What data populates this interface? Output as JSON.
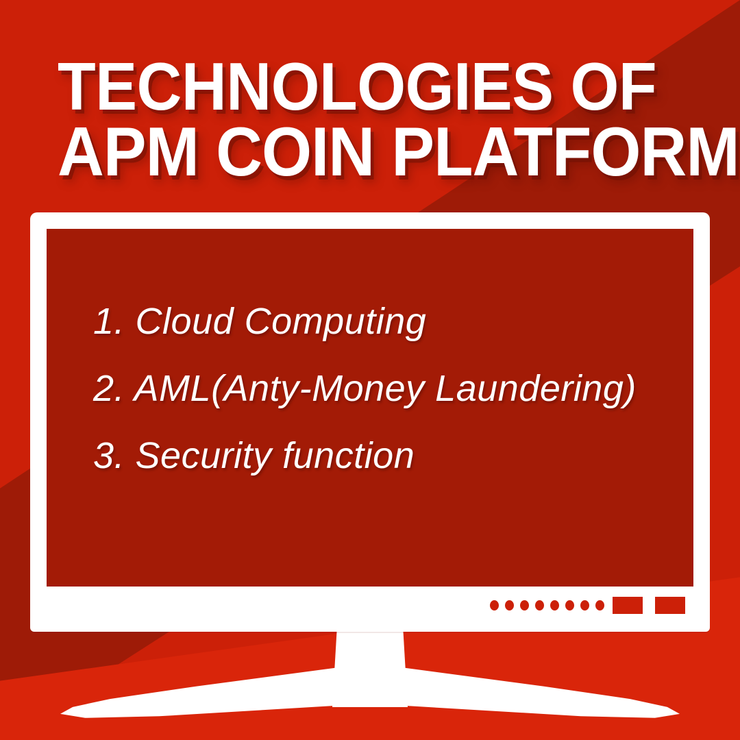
{
  "poster": {
    "title_line_1": "TECHNOLOGIES OF",
    "title_line_2": "APM COIN PLATFORM",
    "colors": {
      "background_red": "#CC2008",
      "background_dark_red": "#9E1B07",
      "background_light_red": "#D9250A",
      "screen_red": "#A31B06",
      "monitor_white": "#FFFFFF",
      "text_white": "#FFFFFF"
    }
  },
  "screen": {
    "items": [
      {
        "label": "1. Cloud Computing"
      },
      {
        "label": "2. AML(Anty-Money Laundering)"
      },
      {
        "label": "3. Security function"
      }
    ]
  },
  "bezel": {
    "indicator_dots": 8,
    "buttons": 2
  }
}
